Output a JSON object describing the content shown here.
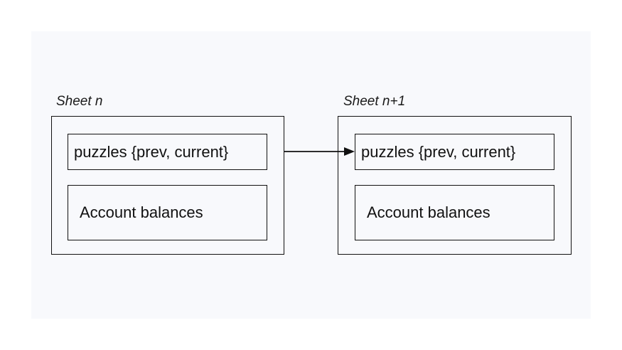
{
  "sheets": [
    {
      "label": "Sheet n",
      "puzzles_text": "puzzles {prev, current}",
      "balances_text": "Account balances"
    },
    {
      "label": "Sheet n+1",
      "puzzles_text": "puzzles {prev, current}",
      "balances_text": "Account balances"
    }
  ],
  "colors": {
    "canvas_background": "#f8f9fc",
    "stroke": "#111111",
    "text": "#111111"
  }
}
